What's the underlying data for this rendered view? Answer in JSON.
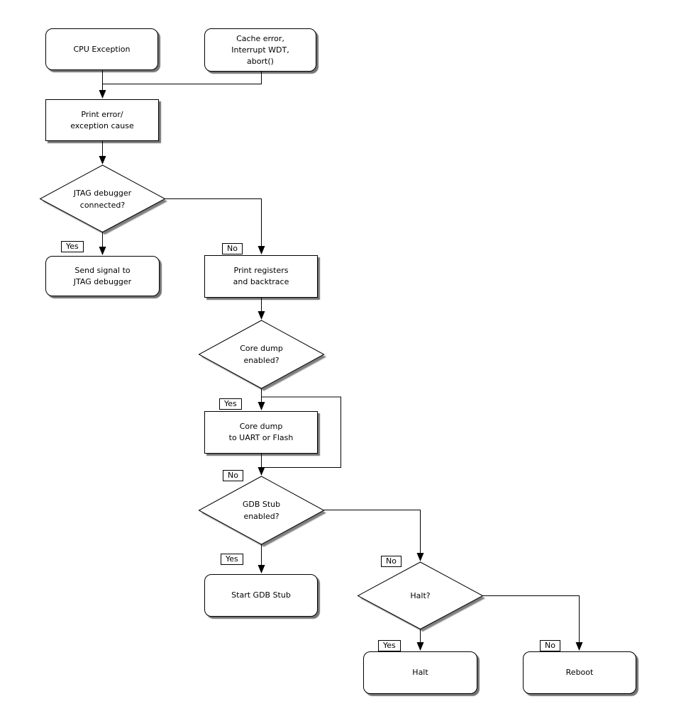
{
  "nodes": {
    "cpu_exception": "CPU Exception",
    "cache_error": "Cache error,\nInterrupt WDT,\nabort()",
    "print_error": "Print error/\nexception cause",
    "jtag_connected": "JTAG debugger\nconnected?",
    "send_signal": "Send signal to\nJTAG debugger",
    "print_registers": "Print registers\nand backtrace",
    "core_dump_enabled": "Core dump\nenabled?",
    "core_dump_dest": "Core dump\nto UART or Flash",
    "gdb_stub_enabled": "GDB Stub\nenabled?",
    "start_gdb_stub": "Start GDB Stub",
    "halt_question": "Halt?",
    "halt": "Halt",
    "reboot": "Reboot"
  },
  "edge_labels": {
    "jtag_yes": "Yes",
    "jtag_no": "No",
    "coredump_yes": "Yes",
    "coredump_no": "No",
    "gdb_yes": "Yes",
    "gdb_no": "No",
    "halt_yes": "Yes",
    "halt_no": "No"
  },
  "colors": {
    "stroke": "#000000",
    "node_fill": "#ffffff",
    "background": "#ffffff"
  }
}
